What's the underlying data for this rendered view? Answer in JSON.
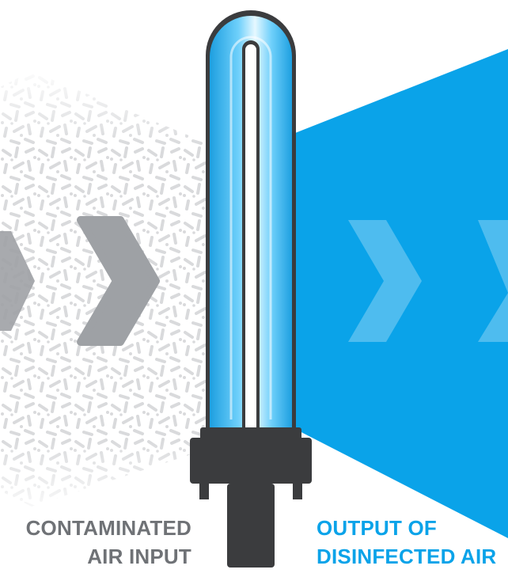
{
  "labels": {
    "input_line1": "CONTAMINATED",
    "input_line2": "AIR INPUT",
    "output_line1": "OUTPUT OF",
    "output_line2": "DISINFECTED AIR"
  },
  "colors": {
    "accent_blue": "#0aa3e9",
    "grey_text": "#6f7276",
    "grey_chevron": "#9ea1a5",
    "lamp_glow": "#3fb8f2",
    "lamp_base": "#3b3c3e",
    "particle_grey": "#d9dadc"
  },
  "icons": [
    "uv-lamp-icon",
    "chevron-right-icon"
  ]
}
